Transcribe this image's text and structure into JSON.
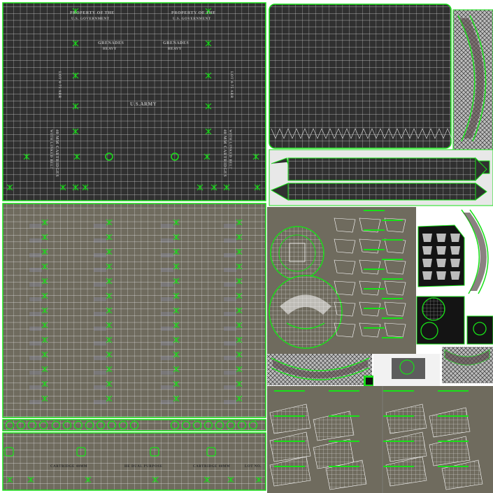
{
  "texture": {
    "colors": {
      "wire_grid": "#ffffff",
      "seam": "#18e018",
      "dark_panel": "#303030",
      "olive_panel": "#6f6b5e",
      "light_panel": "#e8e8e8",
      "black_panel": "#101010"
    },
    "top_panel": {
      "header_left": "PROPERTY OF THE",
      "header_left_sub": "U.S. GOVERNMENT",
      "header_right": "PROPERTY OF THE",
      "header_right_sub": "U.S. GOVERNMENT",
      "grenades_left": "GRENADES",
      "grenades_left_sub": "HEAVY",
      "grenades_right": "GRENADES",
      "grenades_right_sub": "HEAVY",
      "center": "U.S.ARMY",
      "side_left": "LOT 4-75 ARR",
      "side_right": "LOT 4-75 ARR",
      "bottom_left": "40 MM CARTRIDGES",
      "bottom_left_sub": "WITH LINKED BELT",
      "bottom_right": "40 MM CARTRIDGES",
      "bottom_right_sub": "WITH LINKED BELT"
    },
    "bottom_strip": {
      "block_left": "CARTRIDGE 40MM",
      "block_center": "HE DUAL PURPOSE",
      "block_right": "CARTRIDGE 40MM",
      "block_far_right": "LOT NO."
    }
  }
}
